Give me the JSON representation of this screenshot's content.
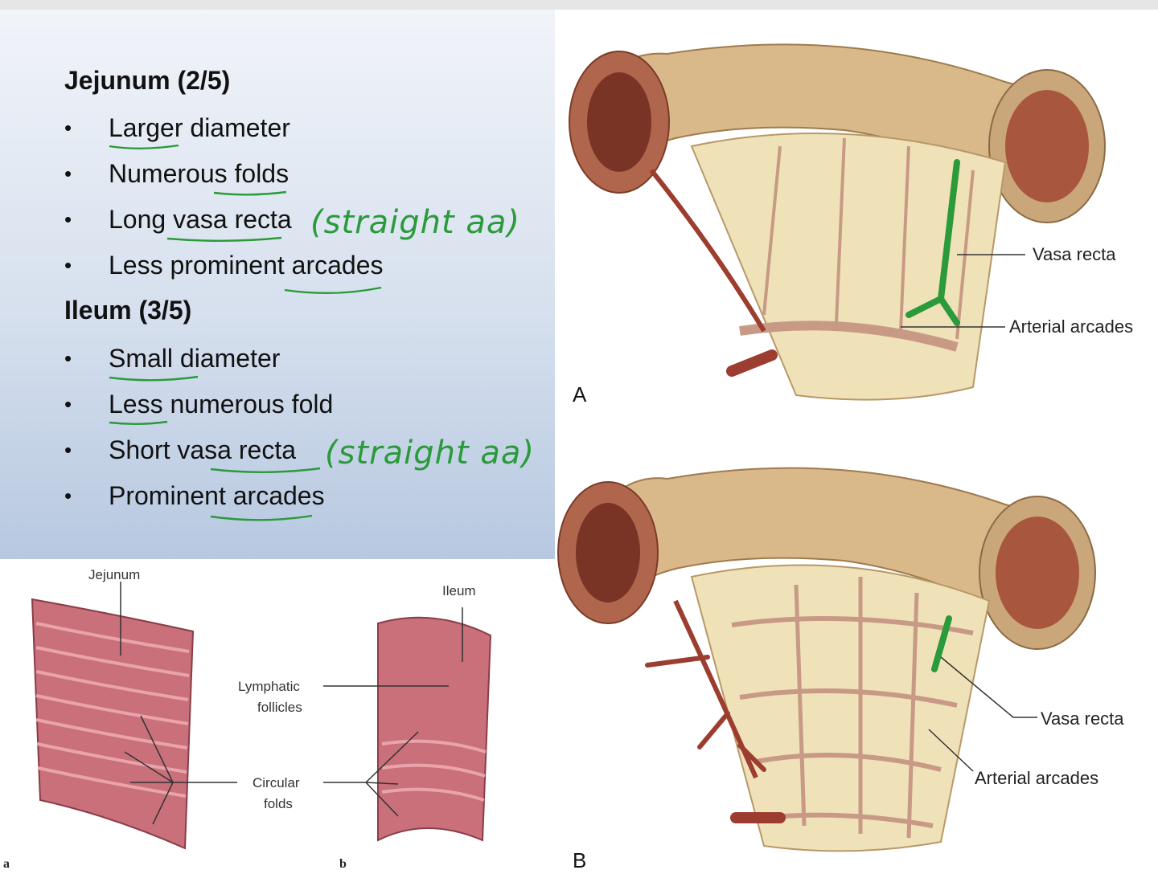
{
  "jejunum": {
    "heading": "Jejunum (2/5)",
    "bullets": [
      "Larger diameter",
      "Numerous folds",
      "Long vasa recta",
      "Less prominent arcades"
    ],
    "note": "(straight aa)"
  },
  "ileum": {
    "heading": "Ileum (3/5)",
    "bullets": [
      "Small diameter",
      "Less numerous fold",
      "Short vasa recta",
      "Prominent arcades"
    ],
    "note": "(straight aa)"
  },
  "bullet_glyph": "•",
  "figure_top": {
    "letter": "A",
    "label_vasa": "Vasa recta",
    "label_arcades": "Arterial arcades"
  },
  "figure_bottom": {
    "letter": "B",
    "label_vasa": "Vasa recta",
    "label_arcades": "Arterial arcades"
  },
  "figure_mucosa": {
    "label_jejunum": "Jejunum",
    "label_ileum": "Ileum",
    "label_lymph_1": "Lymphatic",
    "label_lymph_2": "follicles",
    "label_circ_1": "Circular",
    "label_circ_2": "folds",
    "letter_a": "a",
    "letter_b": "b"
  },
  "colors": {
    "ink_green": "#2a9a3a",
    "bowel_tan": "#d9b98a",
    "artery_red": "#9c3d2f",
    "mucosa_pink": "#c9707a"
  }
}
